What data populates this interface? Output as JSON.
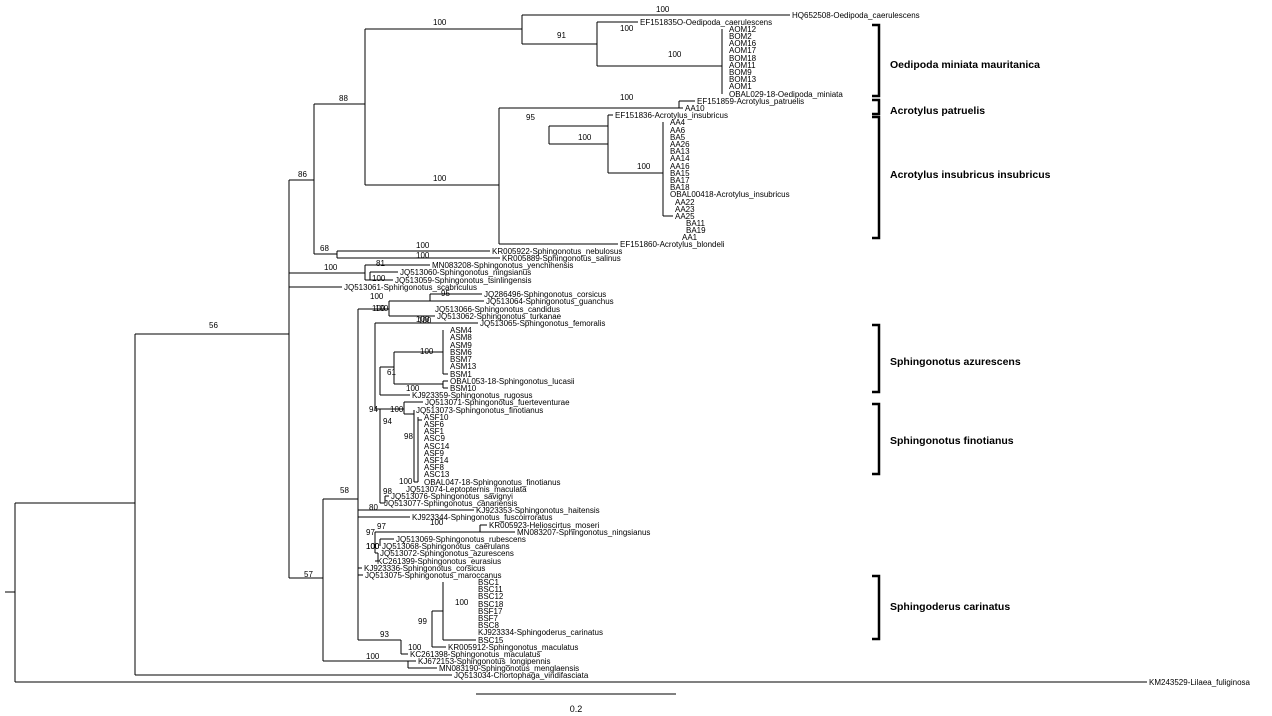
{
  "leaves": [
    "HQ652508-Oedipoda_caerulescens",
    "EF151835O-Oedipoda_caerulescens",
    "AOM12",
    "BOM2",
    "AOM16",
    "AOM17",
    "BOM18",
    "AOM11",
    "BOM9",
    "BOM13",
    "AOM1",
    "OBAL029-18-Oedipoda_miniata",
    "EF151859-Acrotylus_patruelis",
    "AA10",
    "EF151836-Acrotylus_insubricus",
    "AA4",
    "AA6",
    "BA5",
    "AA26",
    "BA13",
    "AA14",
    "AA16",
    "BA15",
    "BA17",
    "BA18",
    "OBAL00418-Acrotylus_insubricus",
    "AA22",
    "AA23",
    "AA25",
    "BA11",
    "BA19",
    "AA1",
    "EF151860-Acrotylus_blondeli",
    "KR005922-Sphingonotus_nebulosus",
    "KR005889-Sphingonotus_salinus",
    "MN083208-Sphingonotus_yenchihensis",
    "JQ513060-Sphingonotus_ningsianus",
    "JQ513059-Sphingonotus_tsinlingensis",
    "JQ513061-Sphingonotus_scabriculus",
    "JQ286496-Sphingonotus_corsicus",
    "JQ513064-Sphingonotus_guanchus",
    "JQ513066-Sphingonotus_candidus",
    "JQ513062-Sphingonotus_turkanae",
    "JQ513065-Sphingonotus_femoralis",
    "ASM4",
    "ASM8",
    "ASM9",
    "BSM6",
    "BSM7",
    "ASM13",
    "BSM1",
    "OBAL053-18-Sphingonotus_lucasii",
    "BSM10",
    "KJ923359-Sphingonotus_rugosus",
    "JQ513071-Sphingonotus_fuerteventurae",
    "JQ513073-Sphingonotus_finotianus",
    "ASF10",
    "ASF6",
    "ASF1",
    "ASC9",
    "ASC14",
    "ASF9",
    "ASF14",
    "ASF8",
    "ASC13",
    "OBAL047-18-Sphingonotus_finotianus",
    "JQ513074-Leptopternis_maculata",
    "JQ513076-Sphingonotus_savignyi",
    "JQ513077-Sphingonotus_canariensis",
    "KJ923353-Sphingonotus_haitensis",
    "KJ923344-Sphingonotus_fuscoirroratus",
    "KR005923-Helioscirtus_moseri",
    "MN083207-Sphingonotus_ningsianus",
    "JQ513069-Sphingonotus_rubescens",
    "JQ513068-Sphingonotus_caerulans",
    "JQ513072-Sphingonotus_azurescens",
    "KC261399-Sphingonotus_eurasius",
    "KJ923336-Sphingonotus_corsicus",
    "JQ513075-Sphingonotus_maroccanus",
    "BSC1",
    "BSC11",
    "BSC12",
    "BSC18",
    "BSF17",
    "BSF7",
    "BSC8",
    "KJ923334-Sphingoderus_carinatus",
    "BSC15",
    "KR005912-Sphingonotus_maculatus",
    "KC261398-Sphingonotus_maculatus",
    "KJ672153-Sphingonotus_longipennis",
    "MN083190-Sphingonotus_menglaensis",
    "JQ513034-Chortophaga_viridifasciata",
    "KM243529-Lilaea_fuliginosa"
  ],
  "supports": [
    "100",
    "100",
    "91",
    "100",
    "88",
    "100",
    "100",
    "95",
    "100",
    "100",
    "86",
    "100",
    "68",
    "100",
    "100",
    "81",
    "100",
    "100",
    "56",
    "100",
    "95",
    "100",
    "100",
    "100",
    "100",
    "61",
    "100",
    "94",
    "100",
    "94",
    "98",
    "100",
    "98",
    "100",
    "80",
    "97",
    "100",
    "97",
    "100",
    "100",
    "58",
    "57",
    "100",
    "99",
    "93",
    "100",
    "100"
  ],
  "clades": [
    "Oedipoda miniata mauritanica",
    "Acrotylus patruelis",
    "Acrotylus insubricus insubricus",
    "Sphingonotus azurescens",
    "Sphingonotus finotianus",
    "Sphingoderus carinatus"
  ],
  "scale_bar": {
    "value": 0.2,
    "label": "0.2"
  }
}
